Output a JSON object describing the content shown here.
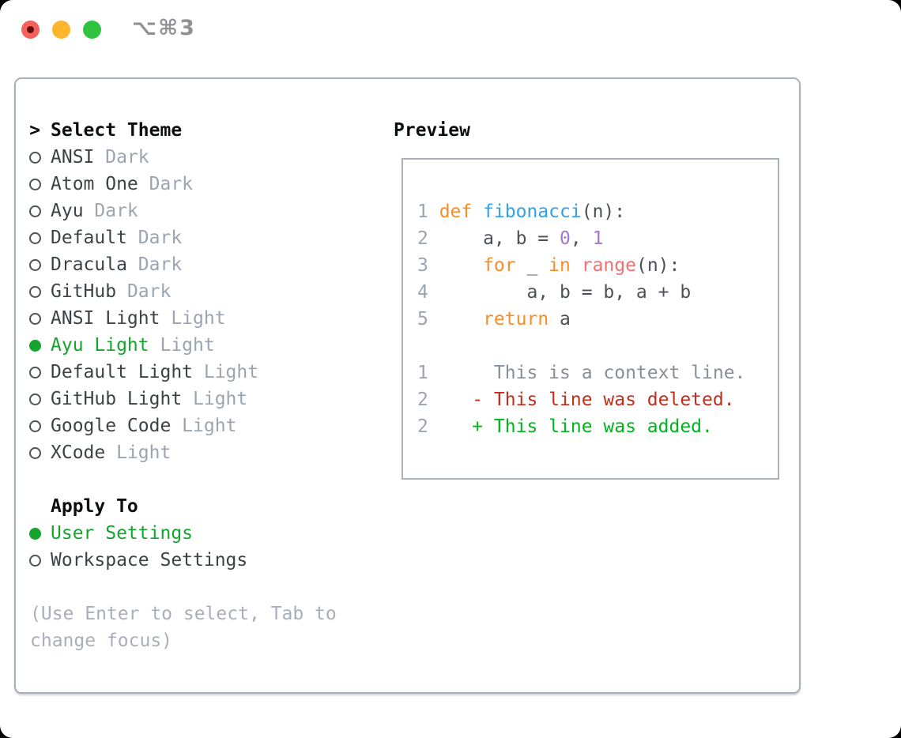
{
  "window": {
    "shortcut": "⌥⌘3"
  },
  "colors": {
    "selected": "#15a42e",
    "keyword": "#f98d27",
    "function": "#2fa2e9",
    "number": "#a37acc",
    "call": "#f07171",
    "plain": "#4c5158",
    "line_number": "#9aa5b1",
    "context": "#878f98",
    "deleted": "#c22d1c",
    "added": "#00b41f",
    "item": "#3d4247",
    "variant": "#9aa5b1",
    "hint": "#a7afba",
    "heading": "#0b0e11",
    "panel_border": "#a9b0ba",
    "light_red": "#f4615a",
    "light_yellow": "#fdb52e",
    "light_green": "#31c23f",
    "shortcut": "#8f9194"
  },
  "theme_panel": {
    "header": {
      "prompt": ">",
      "label": "Select Theme"
    },
    "themes": [
      {
        "name": "ANSI",
        "variant": "Dark",
        "selected": false
      },
      {
        "name": "Atom One",
        "variant": "Dark",
        "selected": false
      },
      {
        "name": "Ayu",
        "variant": "Dark",
        "selected": false
      },
      {
        "name": "Default",
        "variant": "Dark",
        "selected": false
      },
      {
        "name": "Dracula",
        "variant": "Dark",
        "selected": false
      },
      {
        "name": "GitHub",
        "variant": "Dark",
        "selected": false
      },
      {
        "name": "ANSI Light",
        "variant": "Light",
        "selected": false
      },
      {
        "name": "Ayu Light",
        "variant": "Light",
        "selected": true
      },
      {
        "name": "Default Light",
        "variant": "Light",
        "selected": false
      },
      {
        "name": "GitHub Light",
        "variant": "Light",
        "selected": false
      },
      {
        "name": "Google Code",
        "variant": "Light",
        "selected": false
      },
      {
        "name": "XCode",
        "variant": "Light",
        "selected": false
      }
    ],
    "apply_to": {
      "label": "Apply To",
      "options": [
        {
          "label": "User Settings",
          "selected": true
        },
        {
          "label": "Workspace Settings",
          "selected": false
        }
      ]
    },
    "hint_lines": [
      "(Use Enter to select, Tab to",
      "change focus)"
    ]
  },
  "preview": {
    "title": "Preview",
    "code_lines": [
      {
        "num": "1",
        "segments": [
          {
            "text": "def",
            "style": "keyword"
          },
          {
            "text": " ",
            "style": "plain"
          },
          {
            "text": "fibonacci",
            "style": "function"
          },
          {
            "text": "(n):",
            "style": "plain"
          }
        ]
      },
      {
        "num": "2",
        "segments": [
          {
            "text": "    a, b = ",
            "style": "plain"
          },
          {
            "text": "0",
            "style": "number"
          },
          {
            "text": ", ",
            "style": "plain"
          },
          {
            "text": "1",
            "style": "number"
          }
        ]
      },
      {
        "num": "3",
        "segments": [
          {
            "text": "    ",
            "style": "plain"
          },
          {
            "text": "for",
            "style": "keyword"
          },
          {
            "text": " _ ",
            "style": "plain"
          },
          {
            "text": "in",
            "style": "keyword"
          },
          {
            "text": " ",
            "style": "plain"
          },
          {
            "text": "range",
            "style": "call"
          },
          {
            "text": "(n):",
            "style": "plain"
          }
        ]
      },
      {
        "num": "4",
        "segments": [
          {
            "text": "        a, b = b, a + b",
            "style": "plain"
          }
        ]
      },
      {
        "num": "5",
        "segments": [
          {
            "text": "    ",
            "style": "plain"
          },
          {
            "text": "return",
            "style": "keyword"
          },
          {
            "text": " a",
            "style": "plain"
          }
        ]
      },
      {
        "num": "",
        "segments": []
      },
      {
        "num": "1",
        "segments": [
          {
            "text": "     This is a context line.",
            "style": "context"
          }
        ]
      },
      {
        "num": "2",
        "segments": [
          {
            "text": "   - This line was deleted.",
            "style": "deleted"
          }
        ]
      },
      {
        "num": "2",
        "segments": [
          {
            "text": "   + This line was added.",
            "style": "added"
          }
        ]
      }
    ]
  }
}
